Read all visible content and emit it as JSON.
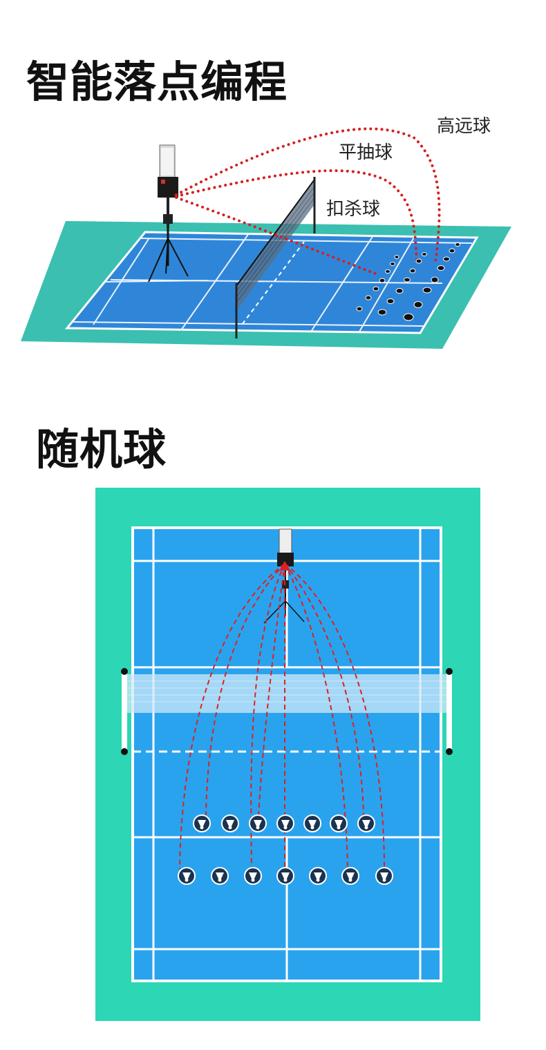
{
  "section_program": {
    "title": "智能落点编程",
    "shot_labels": {
      "high_clear": "高远球",
      "drive": "平抽球",
      "smash": "扣杀球"
    }
  },
  "section_random": {
    "title": "随机球"
  },
  "colors": {
    "court_blue": "#2f86d8",
    "court_surround": "#3bbfb0",
    "random_court_blue": "#2aa3ee",
    "random_surround": "#2dd6b4",
    "trajectory_red": "#d42020",
    "line_white": "#ffffff"
  },
  "icons": [
    "ball-machine-icon",
    "shuttlecock-icon",
    "net-icon"
  ]
}
